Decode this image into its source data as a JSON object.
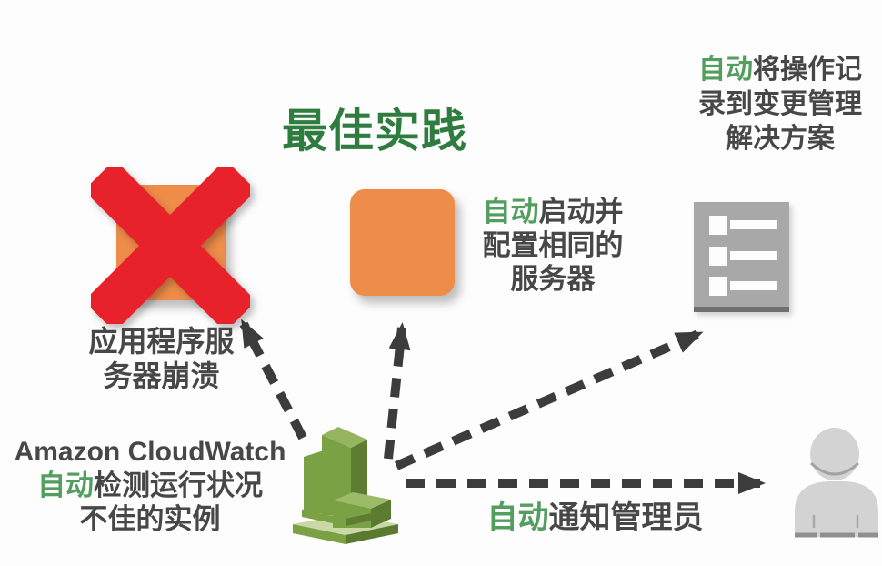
{
  "title": "最佳实践",
  "labels": {
    "crash": {
      "line1": "应用程序服",
      "line2": "务器崩溃"
    },
    "launch": {
      "auto": "自动",
      "line1_rest": "启动并",
      "line2": "配置相同的",
      "line3": "服务器"
    },
    "record": {
      "auto": "自动",
      "line1_rest": "将操作记",
      "line2": "录到变更管理",
      "line3": "解决方案"
    },
    "detect": {
      "line1": "Amazon CloudWatch",
      "auto": "自动",
      "line2_rest": "检测运行状况",
      "line3": "不佳的实例"
    },
    "notify": {
      "auto": "自动",
      "rest": "通知管理员"
    }
  },
  "icons": {
    "failed_server": "red-x-over-orange-server-square",
    "new_server": "orange-server-square",
    "change_record": "gray-checklist-document",
    "cloudwatch": "green-3d-building",
    "admin": "gray-person-silhouette",
    "arrows": "dashed-black-arrows"
  },
  "colors": {
    "title_green": "#2e7d3e",
    "auto_green": "#519e5f",
    "text_dark": "#474747",
    "server_orange": "#ee8c49",
    "cross_red": "#e8222b",
    "document_gray": "#a8a8a8",
    "person_gray": "#d3d3d3",
    "building_green": "#7aa144",
    "building_green_dark": "#5a7a30",
    "building_green_light": "#9db964",
    "arrow_dark": "#3c3c3c",
    "background": "#fdfdfd"
  }
}
